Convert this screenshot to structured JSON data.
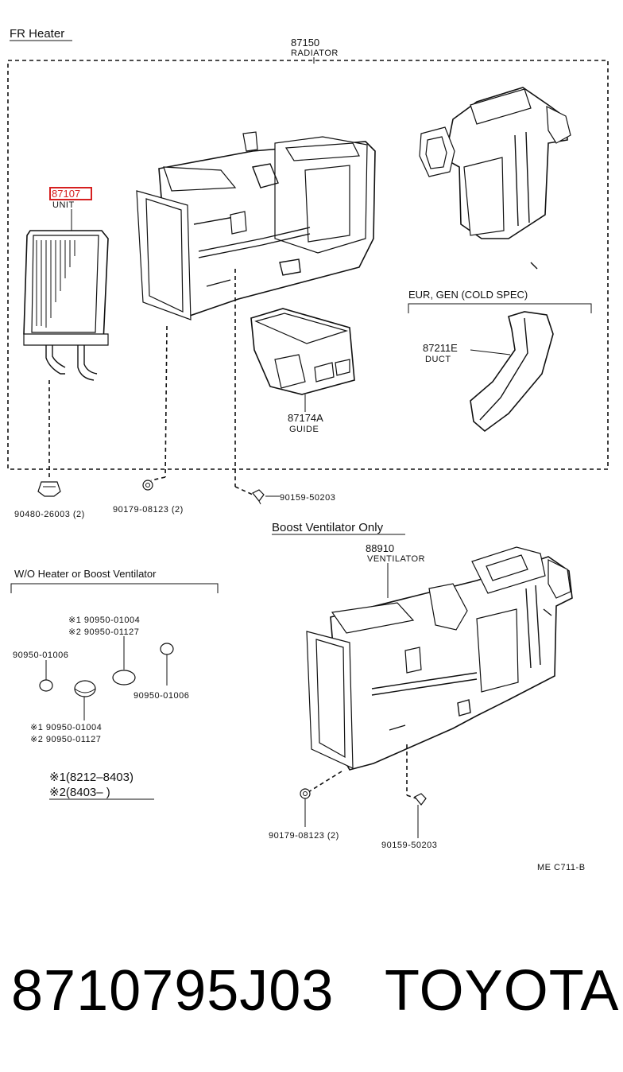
{
  "section_fr_heater": "FR Heater",
  "radiator": {
    "number": "87150",
    "name": "RADIATOR"
  },
  "unit": {
    "number": "87107",
    "name": "UNIT",
    "highlight_color": "#d62020"
  },
  "eur_gen_header": "EUR, GEN (COLD  SPEC)",
  "duct": {
    "number": "87211E",
    "name": "DUCT"
  },
  "guide": {
    "number": "87174A",
    "name": "GUIDE"
  },
  "fasteners_top": {
    "grommet": "90480-26003 (2)",
    "nut": "90179-08123 (2)",
    "screw": "90159-50203"
  },
  "section_boost": "Boost Ventilator Only",
  "ventilator": {
    "number": "88910",
    "name": "VENTILATOR"
  },
  "fasteners_boost": {
    "nut": "90179-08123 (2)",
    "screw": "90159-50203"
  },
  "section_wo": "W/O  Heater or Boost Ventilator",
  "plugs": {
    "plug_a": "90950-01006",
    "plug_b": "90950-01006",
    "note_top_1": "※1  90950-01004",
    "note_top_2": "※2  90950-01127",
    "note_bottom_1": "※1  90950-01004",
    "note_bottom_2": "※2  90950-01127"
  },
  "legend": {
    "line1": "※1(8212–8403)",
    "line2": "※2(8403–        )"
  },
  "diagram_code": "ME  C711-B",
  "footer": {
    "part_number": "8710795J03",
    "brand": "TOYOTA"
  }
}
